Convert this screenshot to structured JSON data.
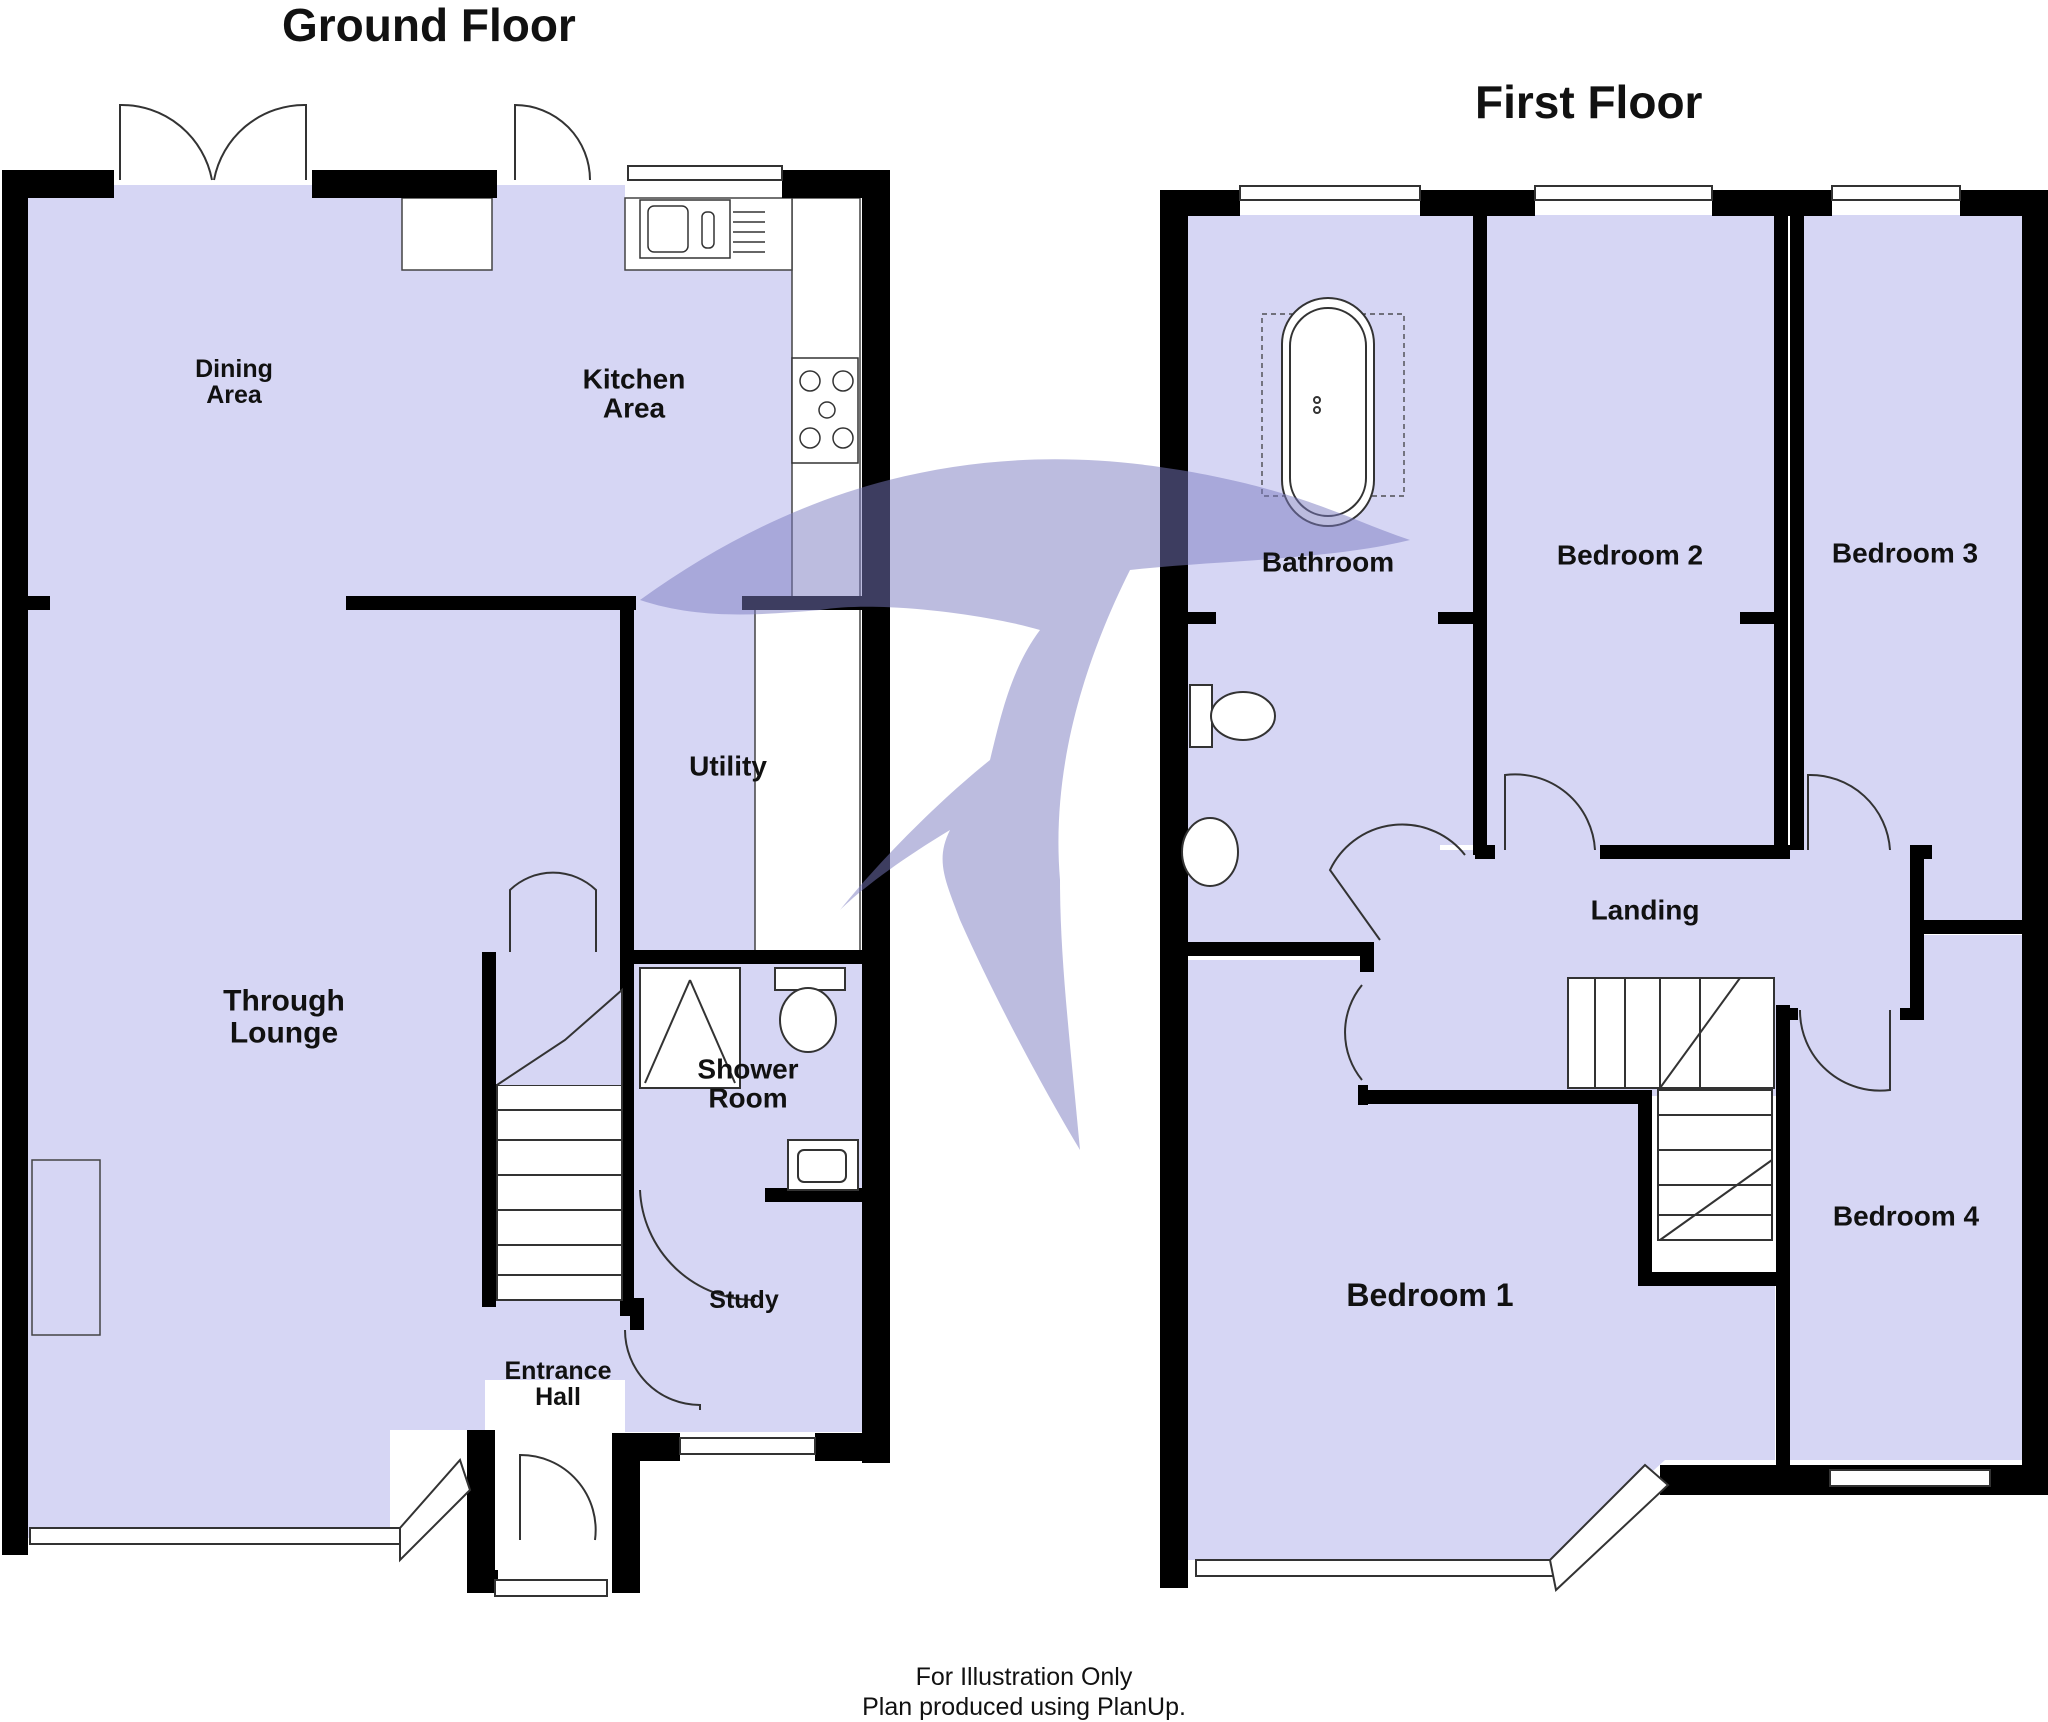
{
  "floors": {
    "ground": {
      "title": "Ground Floor",
      "rooms": {
        "dining": [
          "Dining",
          "Area"
        ],
        "kitchen": [
          "Kitchen",
          "Area"
        ],
        "utility": [
          "Utility"
        ],
        "lounge": [
          "Through",
          "Lounge"
        ],
        "shower": [
          "Shower",
          "Room"
        ],
        "study": [
          "Study"
        ],
        "hall": [
          "Entrance",
          "Hall"
        ]
      }
    },
    "first": {
      "title": "First Floor",
      "rooms": {
        "bathroom": [
          "Bathroom"
        ],
        "bedroom2": [
          "Bedroom 2"
        ],
        "bedroom3": [
          "Bedroom 3"
        ],
        "landing": [
          "Landing"
        ],
        "bedroom1": [
          "Bedroom 1"
        ],
        "bedroom4": [
          "Bedroom 4"
        ]
      }
    }
  },
  "footer": [
    "For Illustration Only",
    "Plan produced using PlanUp."
  ],
  "colors": {
    "room_fill": "#d6d6f4",
    "wall": "#000000",
    "watermark": "#7a7ac0"
  }
}
